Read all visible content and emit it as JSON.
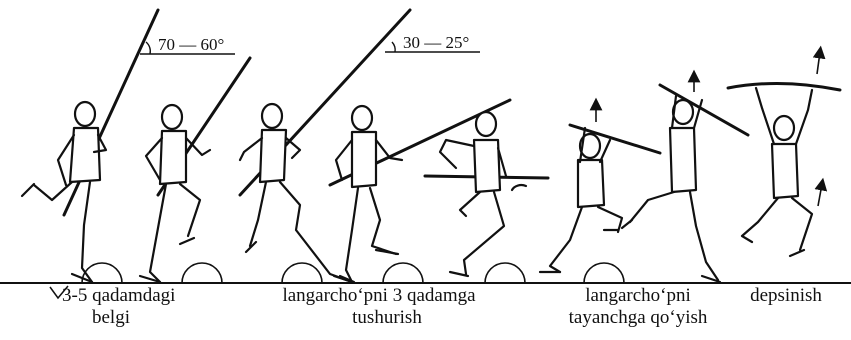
{
  "angles": {
    "first": "70 — 60°",
    "second": "30 — 25°"
  },
  "captions": {
    "mark_line1": "3-5 qadamdagi",
    "mark_line2": "belgi",
    "lower_line1": "langarcho‘pni 3 qadamga",
    "lower_line2": "tushurish",
    "plant_line1": "langarcho‘pni",
    "plant_line2": "tayanchga qo‘yish",
    "takeoff": "depsinish"
  }
}
